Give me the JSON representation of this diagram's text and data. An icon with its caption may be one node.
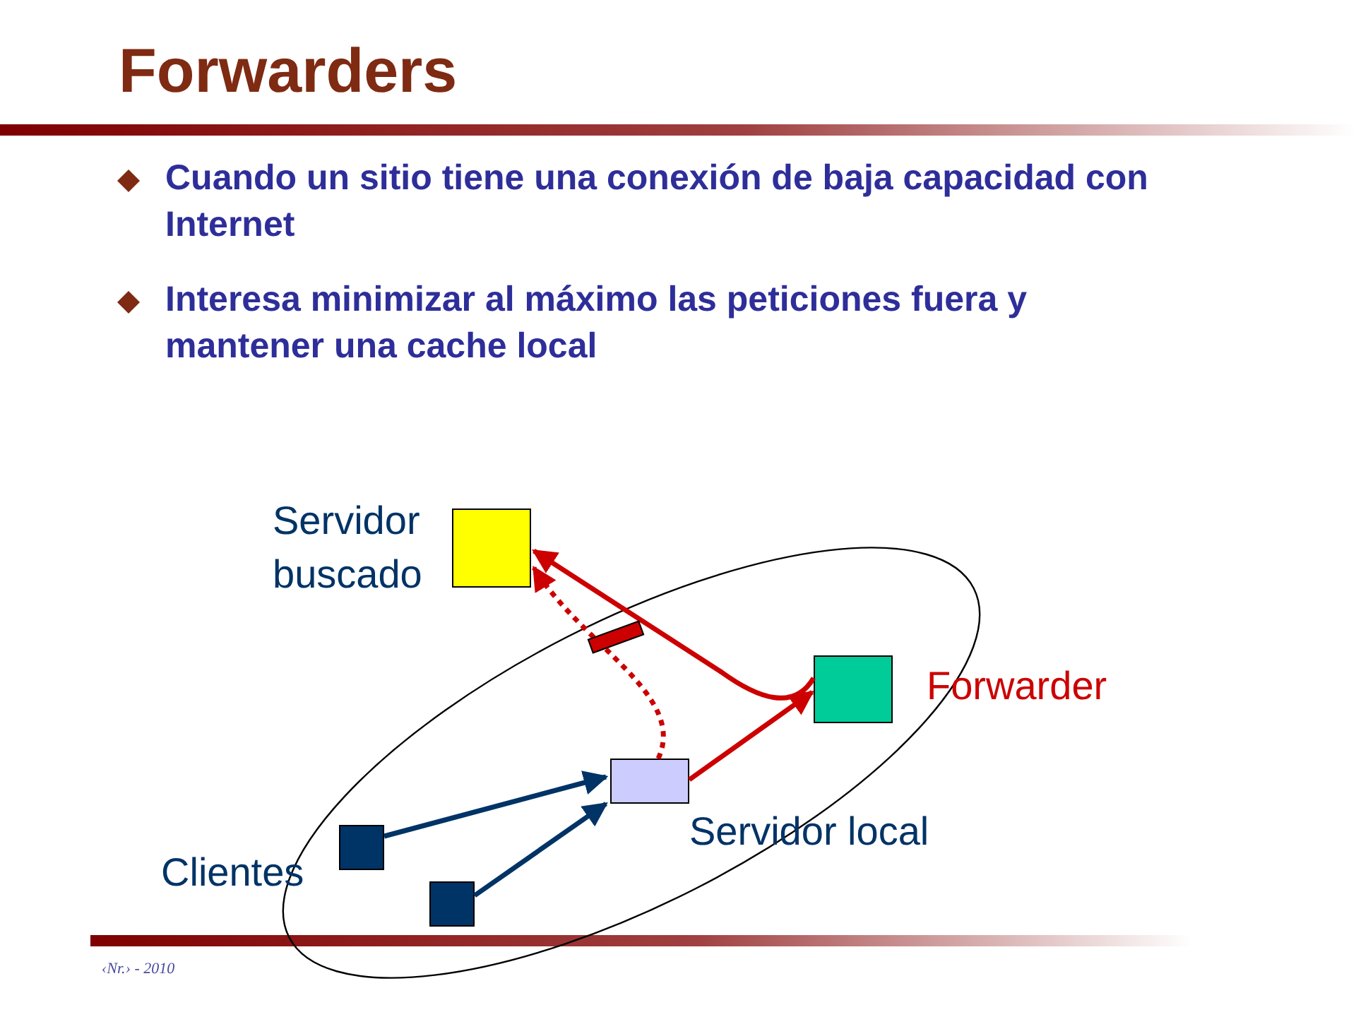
{
  "diagram": {
    "title": "Forwarders",
    "nodes": [
      {
        "text": [],
        "shape": "box",
        "beside": [
          "Servidor buscado"
        ]
      },
      {
        "text": [],
        "shape": "box",
        "beside": [
          "Forwarder"
        ]
      },
      {
        "text": [],
        "shape": "box",
        "beside": [
          "Servidor local"
        ]
      },
      {
        "text": [],
        "shape": "box",
        "beside": [
          "Clientes"
        ]
      },
      {
        "text": [],
        "shape": "box"
      }
    ],
    "edges": [
      {
        "from": 3,
        "to": 2,
        "arrow": "to",
        "color": "#003366"
      },
      {
        "from": 4,
        "to": 2,
        "arrow": "to",
        "color": "#003366"
      },
      {
        "from": 2,
        "to": 1,
        "arrow": "to"
      },
      {
        "from": 1,
        "to": 0,
        "arrow": "to"
      },
      {
        "from": 2,
        "to": 0,
        "arrow": "to",
        "style": "dashed"
      }
    ],
    "labels": [
      "Cuando un sitio tiene una conexión de baja capacidad con Internet",
      "Interesa minimizar al máximo las peticiones fuera y mantener una cache local",
      "‹Nr.› - 2010"
    ]
  }
}
